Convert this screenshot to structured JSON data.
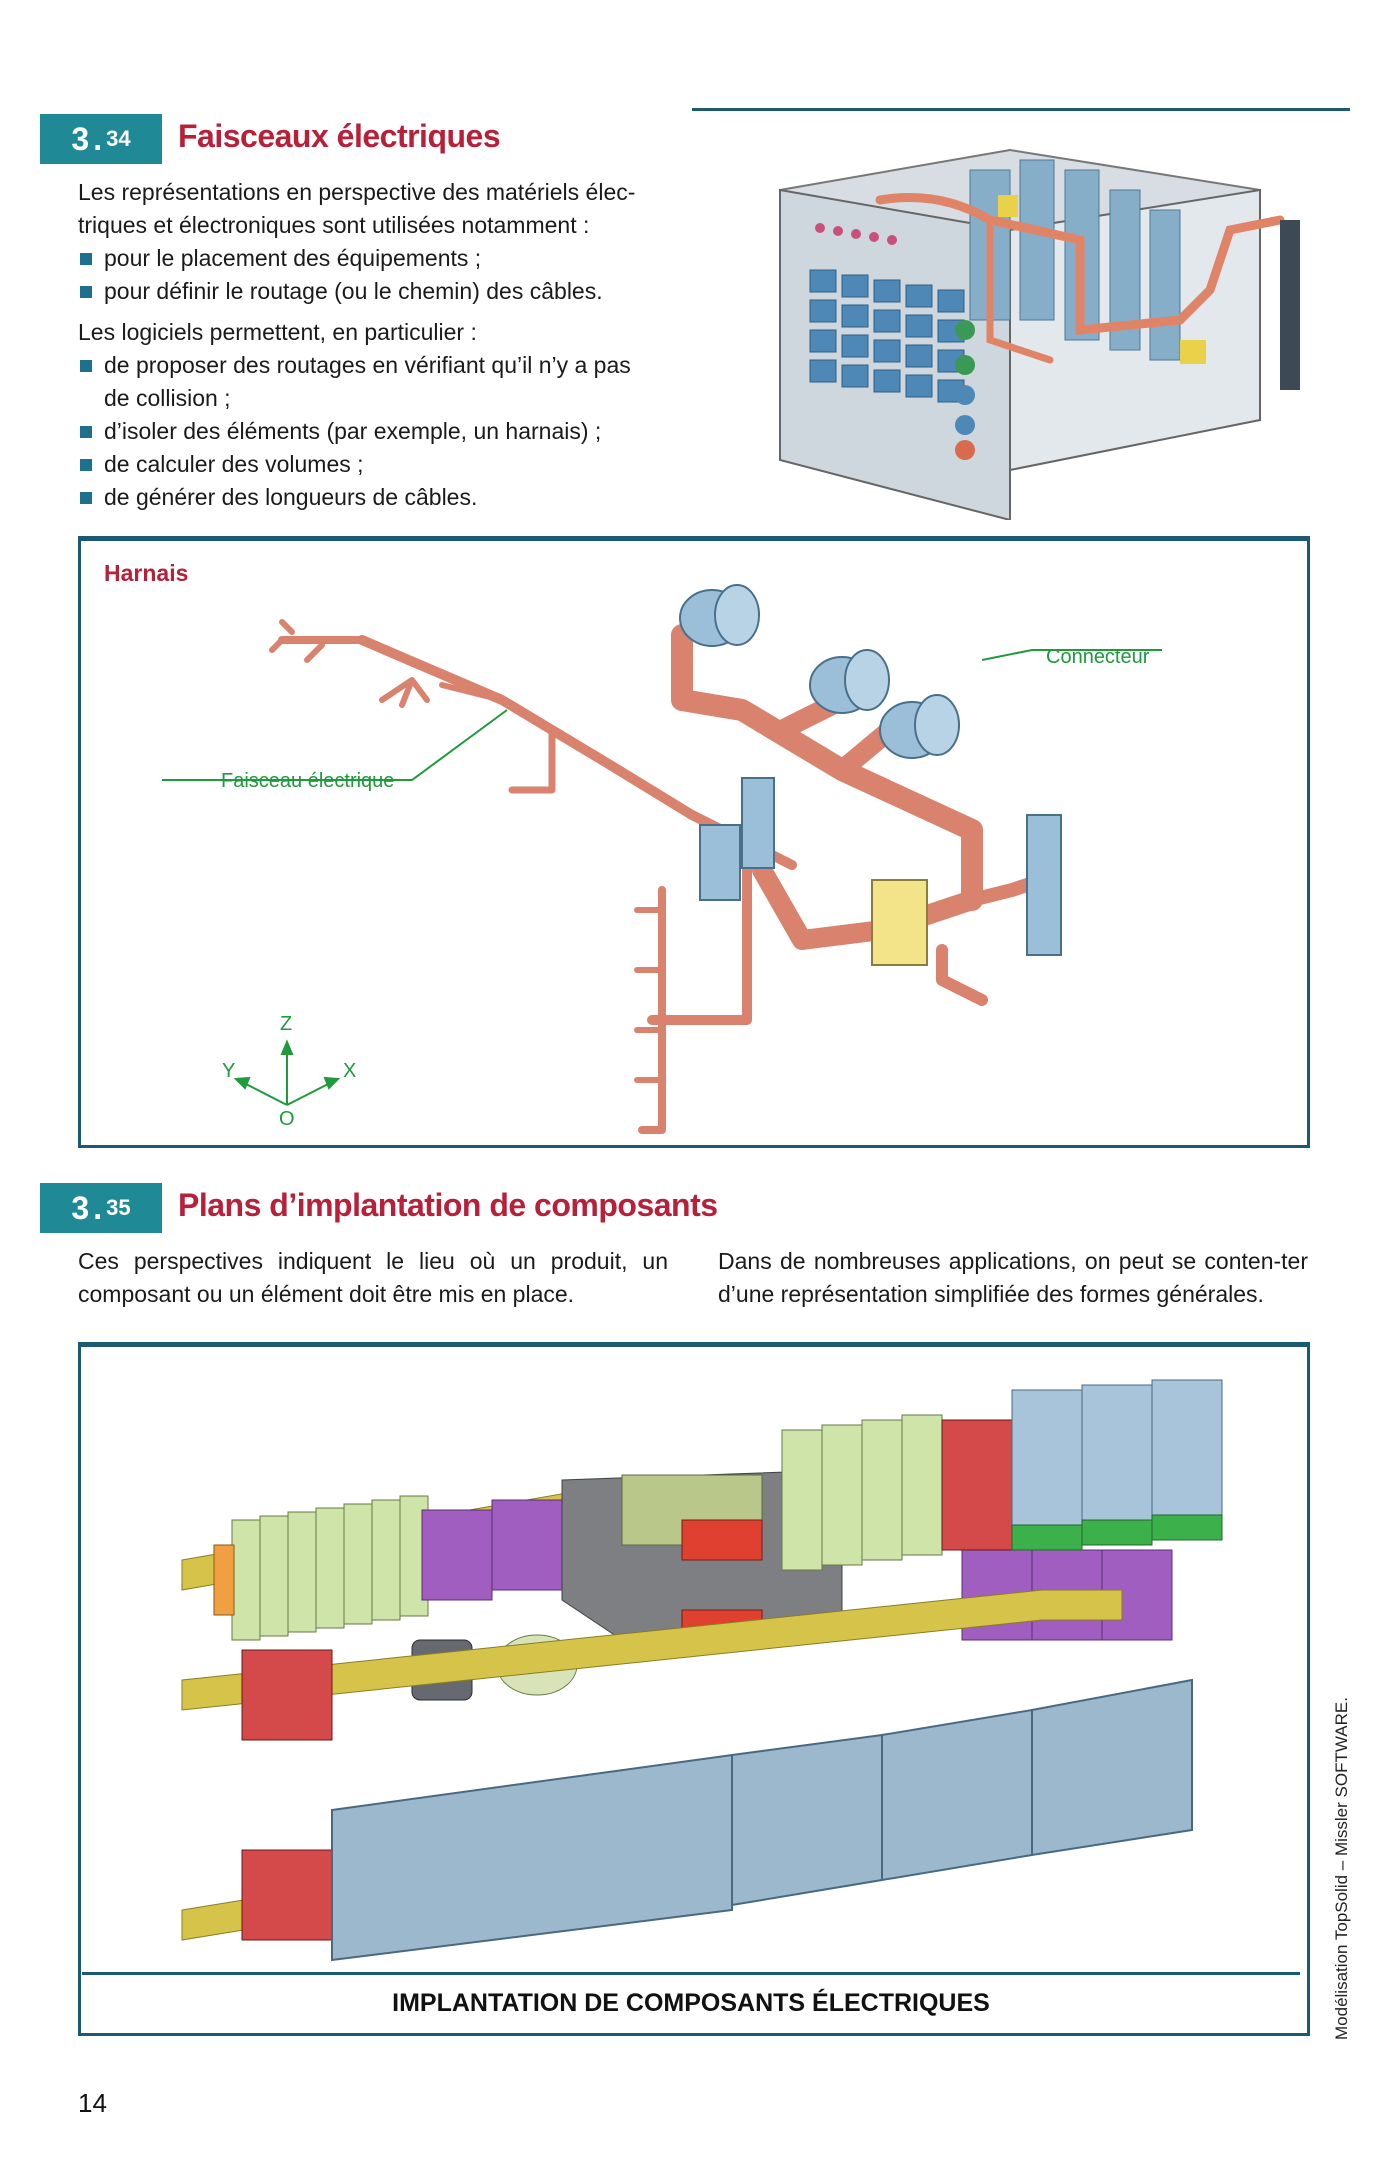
{
  "section_34": {
    "num": "3",
    "sub": "34",
    "title": "Faisceaux électriques",
    "intro": "Les représentations en perspective des matériels élec-triques et électroniques sont utilisées notamment :",
    "uses": [
      "pour le placement des équipements ;",
      "pour définir le routage (ou le chemin) des câbles."
    ],
    "software_intro": "Les logiciels permettent, en particulier :",
    "software_items": [
      "de proposer des routages en vérifiant qu’il n’y a pas de collision ;",
      "d’isoler des éléments (par exemple, un harnais) ;",
      "de calculer des volumes ;",
      "de générer des longueurs de câbles."
    ]
  },
  "harness_figure": {
    "label": "Harnais",
    "callout_connector": "Connecteur",
    "callout_harness": "Faisceau électrique",
    "axes": {
      "z": "Z",
      "y": "Y",
      "x": "X",
      "o": "O"
    }
  },
  "section_35": {
    "num": "3",
    "sub": "35",
    "title": "Plans d’implantation de composants",
    "col_left": "Ces perspectives indiquent le lieu où un produit, un composant ou un élément doit être mis en place.",
    "col_right": "Dans de nombreuses applications, on peut se conten-ter d’une représentation simplifiée des formes générales."
  },
  "components_figure": {
    "caption": "IMPLANTATION DE COMPOSANTS ÉLECTRIQUES",
    "credit": "Modélisation TopSolid – Missler SOFTWARE."
  },
  "page_number": "14",
  "colors": {
    "accent": "#1f8a95",
    "title": "#b8203a",
    "frame": "#1b5a72",
    "callout": "#1f9a3c"
  }
}
